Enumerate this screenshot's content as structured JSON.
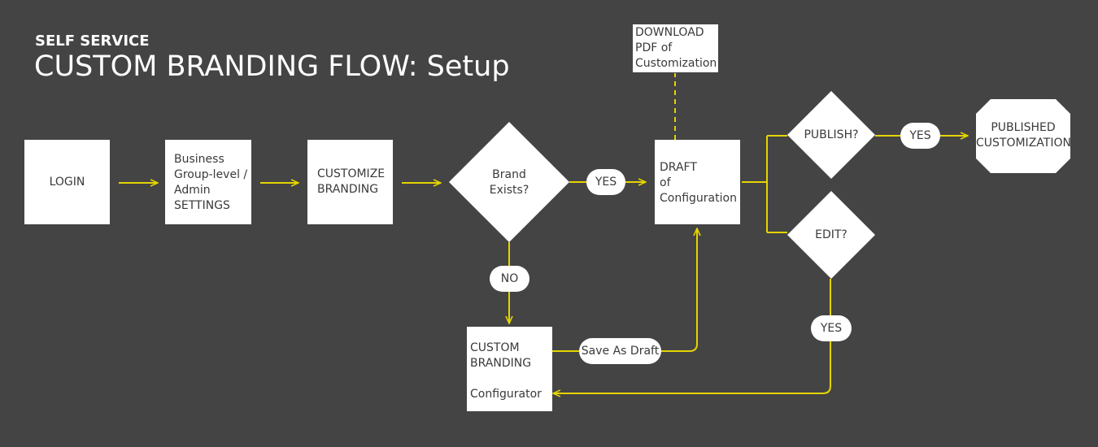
{
  "header": {
    "kicker": "SELF SERVICE",
    "title": "CUSTOM BRANDING FLOW: Setup"
  },
  "nodes": {
    "login": "LOGIN",
    "settings": "Business\nGroup-level /\nAdmin\nSETTINGS",
    "customize": "CUSTOMIZE\nBRANDING",
    "brand_exists": "Brand\nExists?",
    "draft": "DRAFT\nof\nConfiguration",
    "download": "DOWNLOAD\nPDF of\nCustomization",
    "publish": "PUBLISH?",
    "edit": "EDIT?",
    "published": "PUBLISHED\nCUSTOMIZATION",
    "configurator": "CUSTOM\nBRANDING\n\nConfigurator"
  },
  "edge_labels": {
    "yes_brand": "YES",
    "no_brand": "NO",
    "yes_publish": "YES",
    "yes_edit": "YES",
    "save_draft": "Save As Draft"
  },
  "colors": {
    "background": "#444444",
    "shape_fill": "#ffffff",
    "connector": "#e5d400",
    "title_text": "#ffffff"
  }
}
